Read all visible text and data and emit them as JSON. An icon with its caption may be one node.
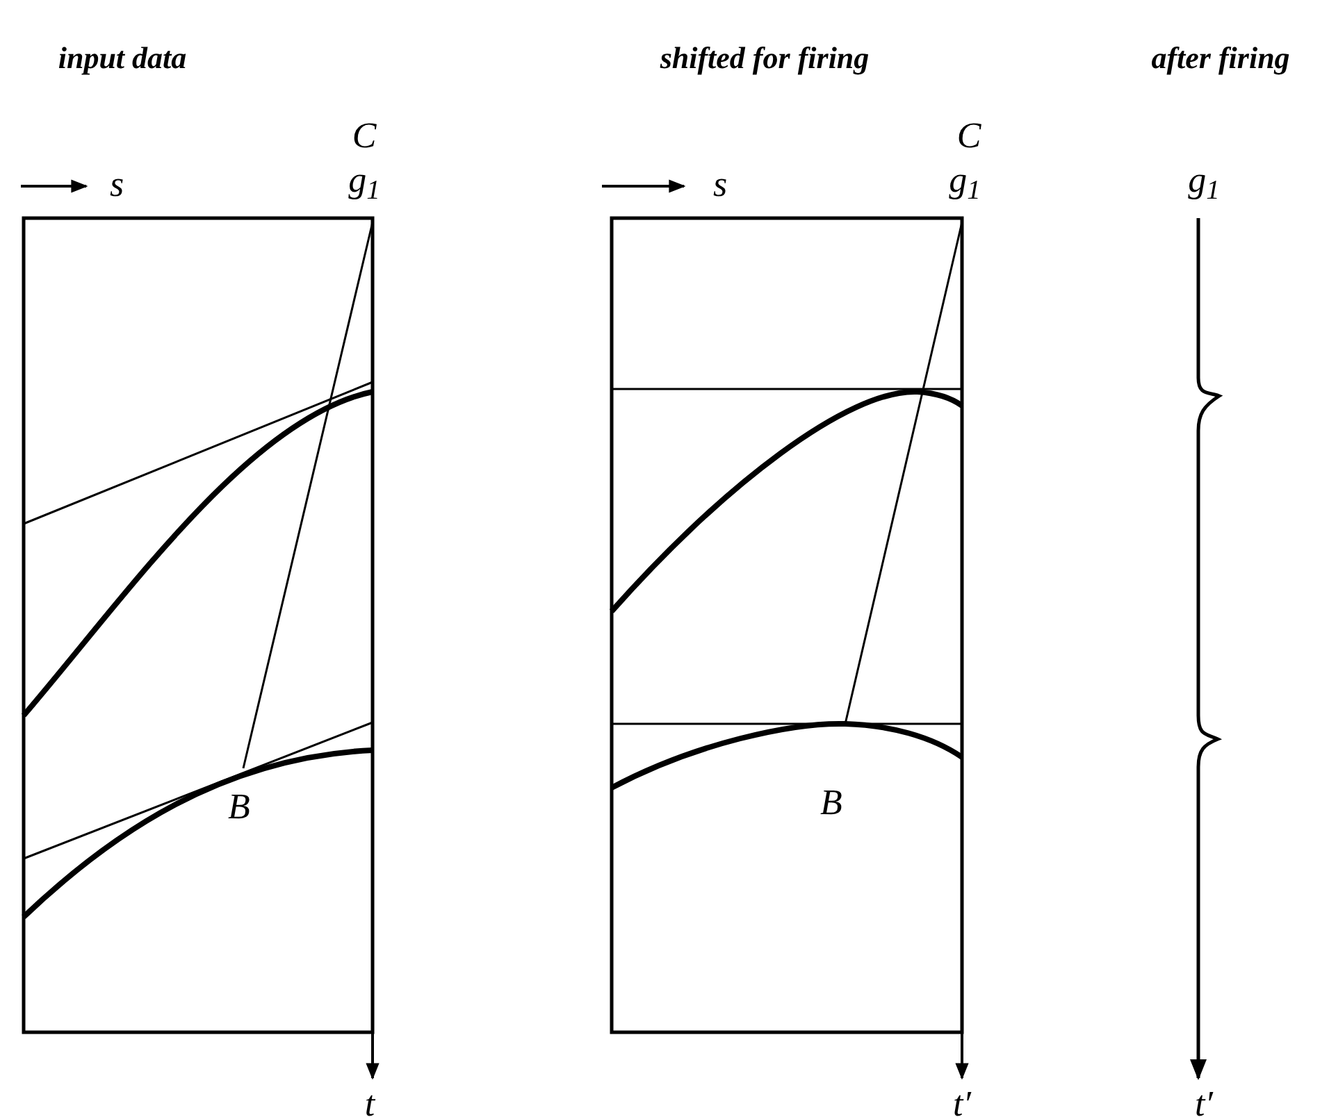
{
  "diagram": {
    "labels": [
      "input data",
      "shifted for firing",
      "after firing",
      "C",
      "s",
      "g$_{1}$",
      "B",
      "t",
      "C",
      "s",
      "g$_{1}$",
      "B",
      "t′",
      "g$_{1}$",
      "t′"
    ]
  }
}
